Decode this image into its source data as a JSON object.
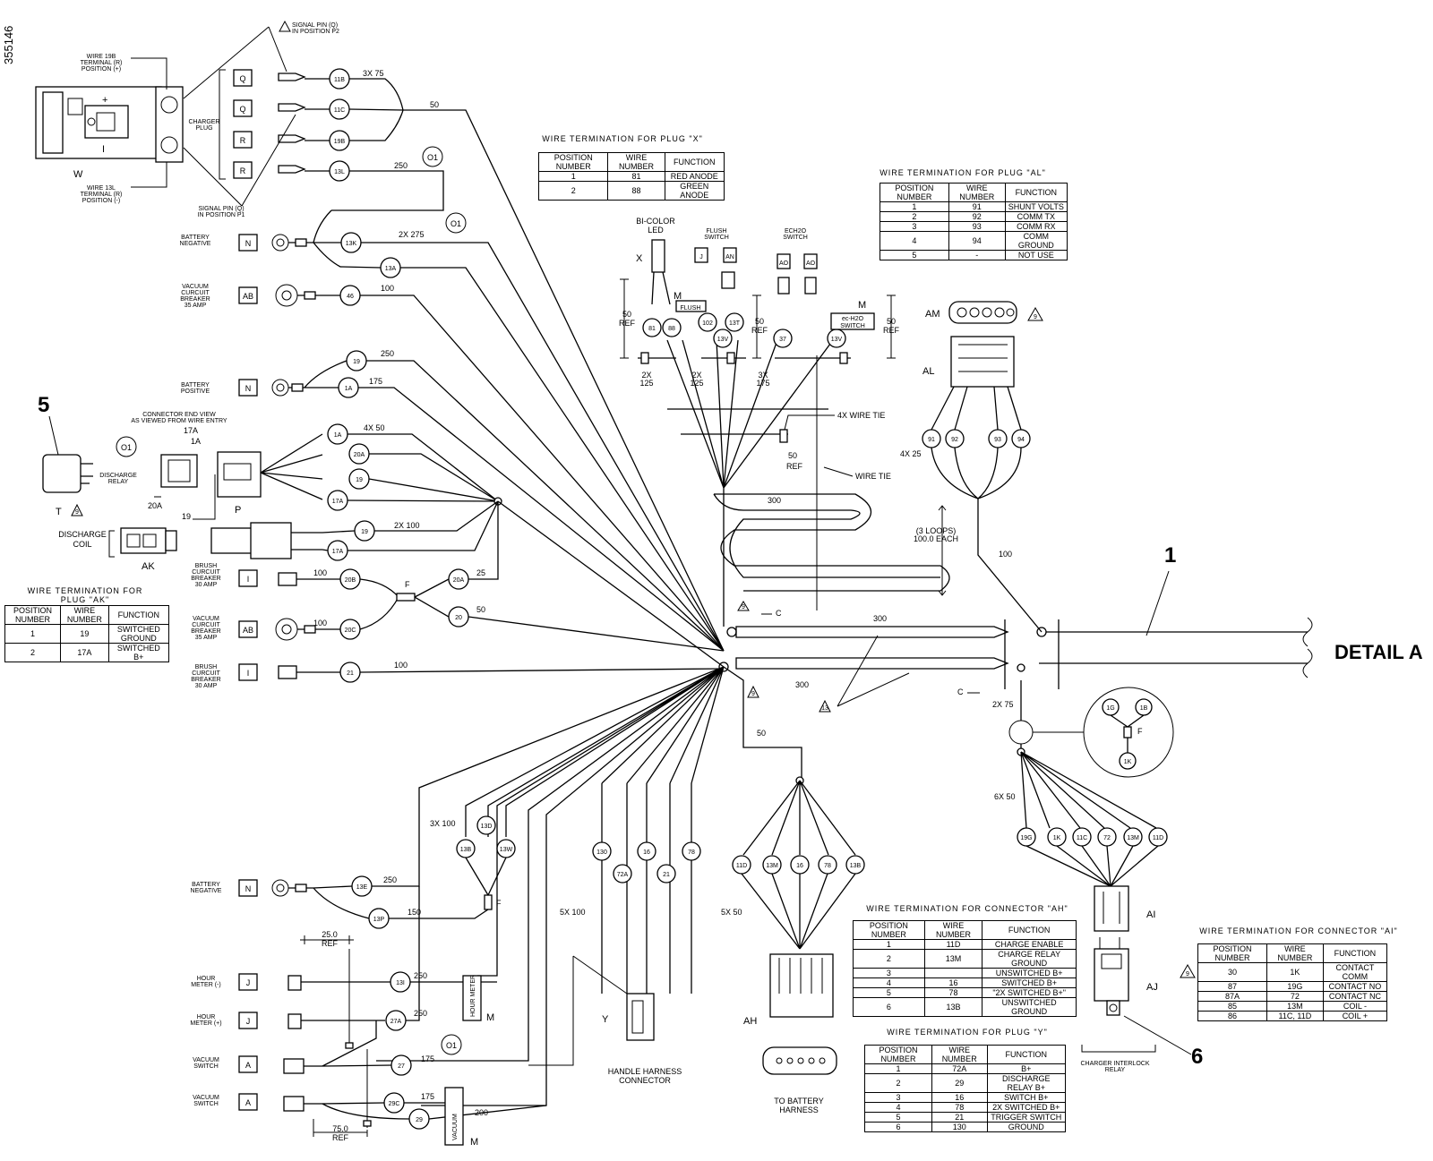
{
  "drawing_number": "355146",
  "detail_label": "DETAIL A",
  "callouts": {
    "c1": "1",
    "c5": "5",
    "c6": "6"
  },
  "plug_x": {
    "title": "WIRE TERMINATION FOR PLUG \"X\"",
    "headers": [
      "POSITION NUMBER",
      "WIRE NUMBER",
      "FUNCTION"
    ],
    "rows": [
      [
        "1",
        "81",
        "RED ANODE"
      ],
      [
        "2",
        "88",
        "GREEN ANODE"
      ]
    ]
  },
  "plug_al": {
    "title": "WIRE TERMINATION FOR PLUG \"AL\"",
    "headers": [
      "POSITION NUMBER",
      "WIRE NUMBER",
      "FUNCTION"
    ],
    "rows": [
      [
        "1",
        "91",
        "SHUNT VOLTS"
      ],
      [
        "2",
        "92",
        "COMM TX"
      ],
      [
        "3",
        "93",
        "COMM RX"
      ],
      [
        "4",
        "94",
        "COMM GROUND"
      ],
      [
        "5",
        "-",
        "NOT USE"
      ]
    ]
  },
  "plug_ak": {
    "title": "WIRE TERMINATION FOR PLUG \"AK\"",
    "headers": [
      "POSITION NUMBER",
      "WIRE NUMBER",
      "FUNCTION"
    ],
    "rows": [
      [
        "1",
        "19",
        "SWITCHED GROUND"
      ],
      [
        "2",
        "17A",
        "SWITCHED B+"
      ]
    ]
  },
  "conn_ah": {
    "title": "WIRE TERMINATION FOR CONNECTOR \"AH\"",
    "headers": [
      "POSITION NUMBER",
      "WIRE NUMBER",
      "FUNCTION"
    ],
    "rows": [
      [
        "1",
        "11D",
        "CHARGE ENABLE"
      ],
      [
        "2",
        "13M",
        "CHARGE RELAY GROUND"
      ],
      [
        "3",
        "",
        "UNSWITCHED B+"
      ],
      [
        "4",
        "16",
        "SWITCHED B+"
      ],
      [
        "5",
        "78",
        "\"2X SWITCHED B+\""
      ],
      [
        "6",
        "13B",
        "UNSWITCHED GROUND"
      ]
    ]
  },
  "conn_ai": {
    "title": "WIRE TERMINATION FOR CONNECTOR \"AI\"",
    "headers": [
      "POSITION NUMBER",
      "WIRE NUMBER",
      "FUNCTION"
    ],
    "rows": [
      [
        "30",
        "1K",
        "CONTACT COMM"
      ],
      [
        "87",
        "19G",
        "CONTACT NO"
      ],
      [
        "87A",
        "72",
        "CONTACT NC"
      ],
      [
        "85",
        "13M",
        "COIL -"
      ],
      [
        "86",
        "11C, 11D",
        "COIL +"
      ]
    ]
  },
  "plug_y": {
    "title": "WIRE TERMINATION FOR PLUG \"Y\"",
    "headers": [
      "POSITION NUMBER",
      "WIRE NUMBER",
      "FUNCTION"
    ],
    "rows": [
      [
        "1",
        "72A",
        "B+"
      ],
      [
        "2",
        "29",
        "DISCHARGE RELAY B+"
      ],
      [
        "3",
        "16",
        "SWITCH B+"
      ],
      [
        "4",
        "78",
        "2X SWITCHED B+"
      ],
      [
        "5",
        "21",
        "TRIGGER SWITCH"
      ],
      [
        "6",
        "130",
        "GROUND"
      ]
    ]
  },
  "labels": {
    "signal_pin_p2": "SIGNAL PIN (Q) IN POSITION P2",
    "signal_pin_p1": "SIGNAL PIN (Q) IN POSITION P1",
    "wire19b": "WIRE 19B TERMINAL (R) POSITION (+)",
    "wire13l": "WIRE 13L TERMINAL (R) POSITION (-)",
    "charger_plug": "CHARGER PLUG",
    "battery_negative": "BATTERY NEGATIVE",
    "battery_positive": "BATTERY POSITIVE",
    "vacuum_cb": "VACUUM CURCUIT BREAKER 35 AMP",
    "brush_cb": "BRUSH CURCUIT BREAKER 30 AMP",
    "connector_end_view": "CONNECTOR END VIEW AS VIEWED FROM WIRE ENTRY",
    "discharge_relay": "DISCHARGE RELAY",
    "discharge_coil": "DISCHARGE COIL",
    "hour_meter_neg": "HOUR METER (-)",
    "hour_meter_pos": "HOUR METER (+)",
    "vacuum_switch": "VACUUM SWITCH",
    "bi_color_led": "BI-COLOR LED",
    "flush_switch": "FLUSH SWITCH",
    "ech2o_switch": "ECH2O SWITCH",
    "flush": "FLUSH",
    "ec_h2o_switch": "ec-H2O SWITCH",
    "wire_tie_4x": "4X WIRE TIE",
    "wire_tie": "WIRE TIE",
    "loops": "(3 LOOPS) 100.0 EACH",
    "handle_harness": "HANDLE HARNESS CONNECTOR",
    "to_battery": "TO BATTERY HARNESS",
    "charger_interlock": "CHARGER INTERLOCK RELAY",
    "hour_meter": "HOUR METER",
    "vacuum": "VACUUM"
  }
}
